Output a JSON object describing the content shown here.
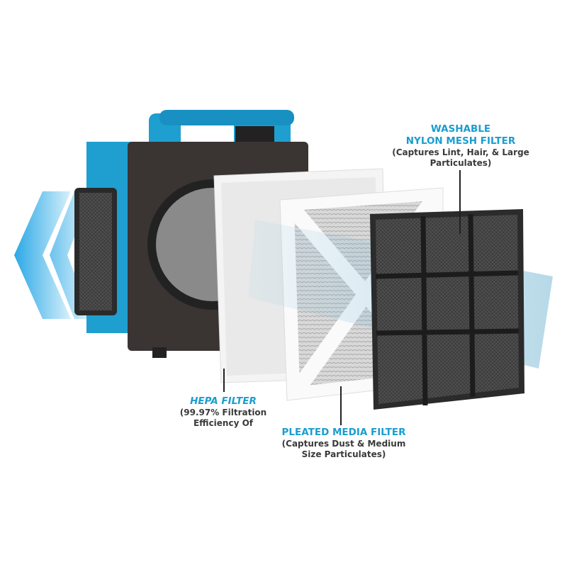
{
  "labels": {
    "mesh": {
      "title1": "WASHABLE",
      "title2": "NYLON MESH FILTER",
      "desc1": "(Captures Lint, Hair, & Large",
      "desc2": "Particulates)"
    },
    "hepa": {
      "title": "HEPA FILTER",
      "desc1": "(99.97% Filtration",
      "desc2": "Efficiency Of"
    },
    "pleated": {
      "title": "PLEATED MEDIA FILTER",
      "desc1": "(Captures Dust & Medium",
      "desc2": "Size Particulates)"
    }
  },
  "colors": {
    "accent": "#1a9dd0",
    "unit_blue": "#1e9fd0",
    "dark": "#3a3a3a"
  }
}
